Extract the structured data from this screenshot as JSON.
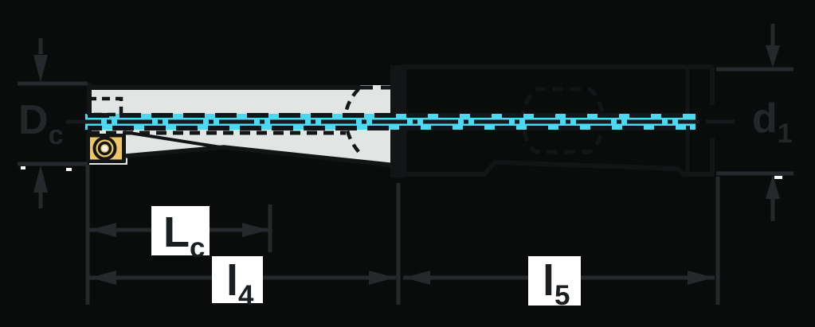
{
  "diagram": {
    "type": "technical-dimension-drawing",
    "subject": "indexable insert drill with coolant channel",
    "labels": {
      "dc": {
        "main": "D",
        "sub": "c"
      },
      "d1": {
        "main": "d",
        "sub": "1"
      },
      "lc": {
        "main": "L",
        "sub": "c"
      },
      "l4": {
        "main": "l",
        "sub": "4"
      },
      "l5": {
        "main": "l",
        "sub": "5"
      }
    }
  },
  "colors": {
    "bg": "#0a0b0b",
    "body": "#e1e6e5",
    "outline": "#121416",
    "coolant": "#4bd8f0",
    "insert": "#edc766",
    "screw": "#f3f5f3",
    "dim": "#26292c",
    "dim_text": "#24272a",
    "label_box": "#ffffff",
    "box_text": "#1b1e20",
    "hidden_line": "#131619",
    "center_line": "#17191c"
  }
}
